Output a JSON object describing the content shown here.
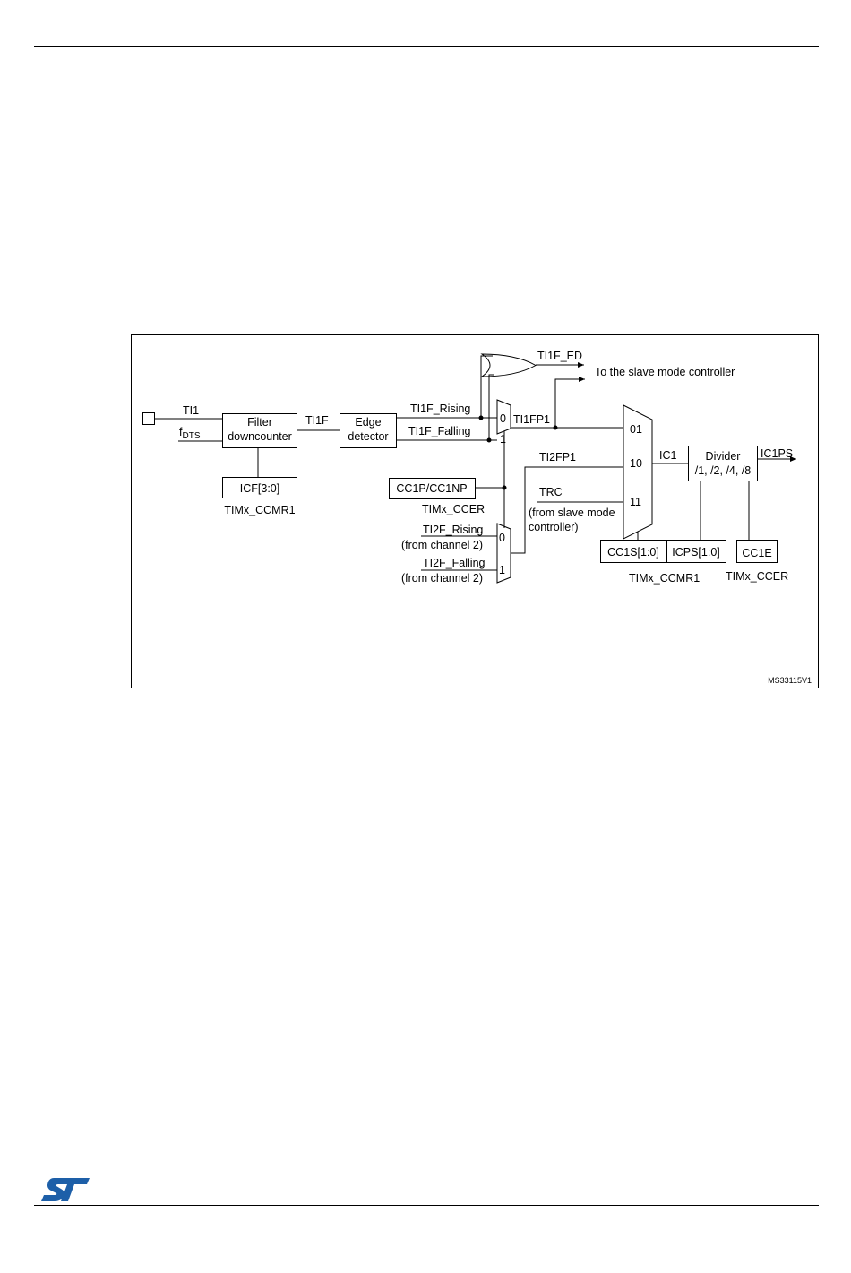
{
  "diagram": {
    "figure_id": "MS33115V1",
    "inputs": {
      "ti1": "TI1",
      "fdts_main": "f",
      "fdts_sub": "DTS"
    },
    "blocks": {
      "filter_line1": "Filter",
      "filter_line2": "downcounter",
      "icf": "ICF[3:0]",
      "icf_reg": "TIMx_CCMR1",
      "edge_line1": "Edge",
      "edge_line2": "detector",
      "cc1p": "CC1P/CC1NP",
      "cc1p_reg": "TIMx_CCER",
      "divider_line1": "Divider",
      "divider_line2": "/1, /2, /4, /8",
      "cc1s": "CC1S[1:0]",
      "icps": "ICPS[1:0]",
      "ccmr1_reg": "TIMx_CCMR1",
      "cc1e": "CC1E",
      "ccer_reg": "TIMx_CCER"
    },
    "signals": {
      "ti1f": "TI1F",
      "ti1f_rising": "TI1F_Rising",
      "ti1f_falling": "TI1F_Falling",
      "ti1f_ed": "TI1F_ED",
      "slave": "To the slave mode controller",
      "ti1fp1": "TI1FP1",
      "ti2fp1": "TI2FP1",
      "trc": "TRC",
      "trc_note1": "(from slave mode",
      "trc_note2": "controller)",
      "ti2f_rising": "TI2F_Rising",
      "ti2f_falling": "TI2F_Falling",
      "from_ch2_a": "(from channel 2)",
      "from_ch2_b": "(from channel 2)",
      "ic1": "IC1",
      "ic1ps": "IC1PS"
    },
    "mux_labels": {
      "mux1_0": "0",
      "mux1_1": "1",
      "mux2_0": "0",
      "mux2_1": "1",
      "mux3_01": "01",
      "mux3_10": "10",
      "mux3_11": "11"
    }
  },
  "footer": {
    "logo_text": "ST",
    "logo_color": "#1d5fa8"
  }
}
